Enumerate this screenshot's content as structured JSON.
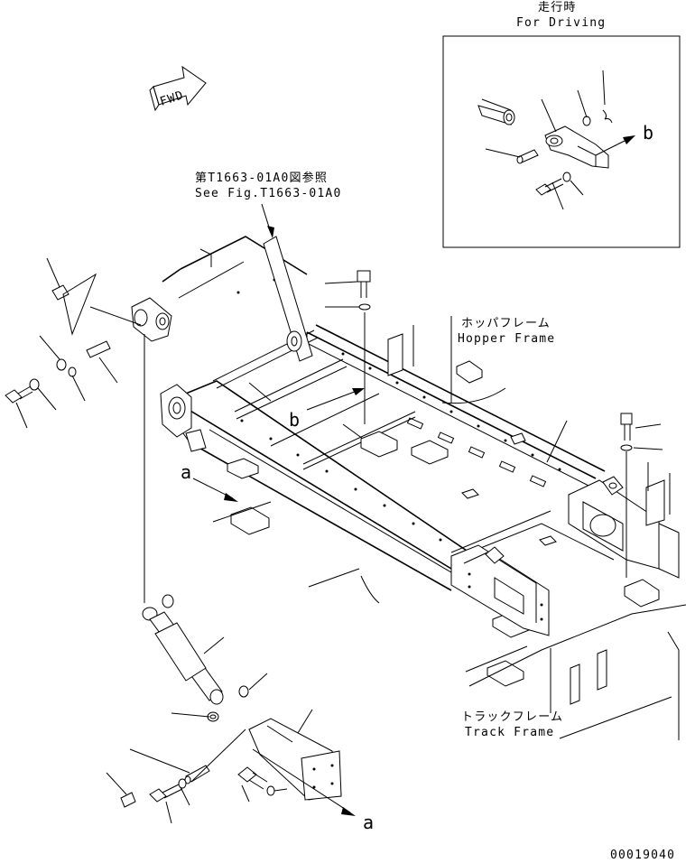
{
  "inset": {
    "title_jp": "走行時",
    "title_en": "For Driving",
    "arrow_label": "b"
  },
  "fwd_label": "FWD",
  "reference": {
    "jp": "第T1663-01A0図参照",
    "en": "See Fig.T1663-01A0"
  },
  "hopper_frame": {
    "jp": "ホッパフレーム",
    "en": "Hopper Frame"
  },
  "track_frame": {
    "jp": "トラックフレーム",
    "en": "Track Frame"
  },
  "view_labels": {
    "a_left": "a",
    "b_center": "b",
    "a_bottom": "a"
  },
  "drawing_number": "00019040"
}
